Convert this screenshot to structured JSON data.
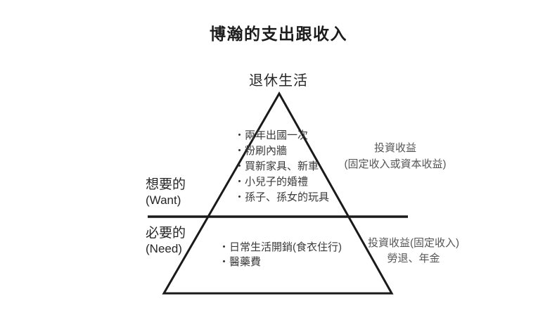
{
  "colors": {
    "background": "#ffffff",
    "line": "#1a1a1a",
    "title": "#1c1c1c",
    "label": "#262626",
    "item": "#3a3a3a",
    "annotation": "#555555"
  },
  "title": "博瀚的支出跟收入",
  "pyramid": {
    "apex_label": "退休生活",
    "want": {
      "label": "想要的",
      "label_en": "(Want)",
      "items": [
        "・兩年出國一次",
        "・粉刷內牆",
        "・買新家具、新車",
        "・小兒子的婚禮",
        "・孫子、孫女的玩具"
      ],
      "income": [
        "投資收益",
        "(固定收入或資本收益)"
      ]
    },
    "need": {
      "label": "必要的",
      "label_en": "(Need)",
      "items": [
        "・日常生活開銷(食衣住行)",
        "・醫藥費"
      ],
      "income": [
        "投資收益(固定收入)",
        "勞退、年金"
      ]
    }
  }
}
